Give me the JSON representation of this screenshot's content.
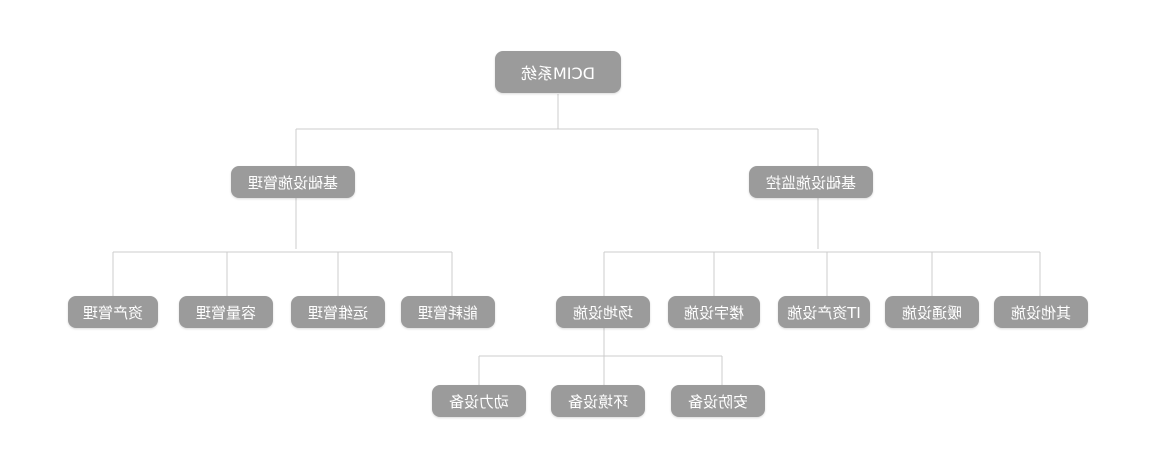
{
  "colors": {
    "node_fill": "#9b9b9b",
    "node_text": "#ffffff",
    "line": "#cccccc",
    "background": "#ffffff"
  },
  "mirrored_horizontally": true,
  "tree": {
    "label": "DCIM系统",
    "children": [
      {
        "label": "基础设施管理",
        "children": [
          {
            "label": "资产管理"
          },
          {
            "label": "容量管理"
          },
          {
            "label": "运维管理"
          },
          {
            "label": "能耗管理"
          }
        ]
      },
      {
        "label": "基础设施监控",
        "children": [
          {
            "label": "场地设施",
            "children": [
              {
                "label": "动力设备"
              },
              {
                "label": "环境设备"
              },
              {
                "label": "安防设备"
              }
            ]
          },
          {
            "label": "楼宇设施"
          },
          {
            "label": "IT资产设施"
          },
          {
            "label": "暖通设施"
          },
          {
            "label": "其他设施"
          }
        ]
      }
    ]
  }
}
